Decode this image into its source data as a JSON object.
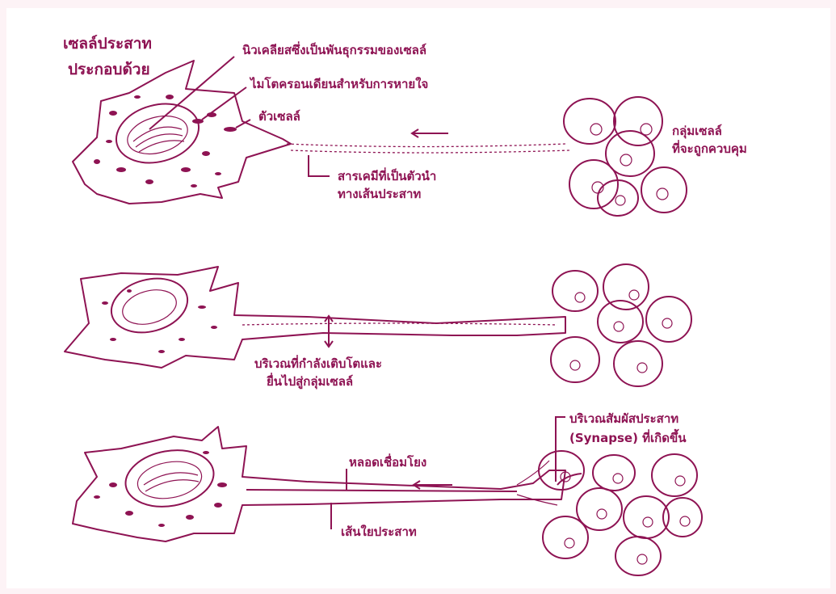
{
  "labels": {
    "title_line1": "เซลล์ประสาท",
    "title_line2": "ประกอบด้วย",
    "nucleus": "นิวเคลียสซึ่งเป็นพันธุกรรมของเซลล์",
    "mitochondria": "ไมโตครอนเดียนสำหรับการหายใจ",
    "cell_body": "ตัวเซลล์",
    "neurotransmitter_line1": "สารเคมีที่เป็นตัวนำ",
    "neurotransmitter_line2": "ทางเส้นประสาท",
    "target_cells_line1": "กลุ่มเซลล์",
    "target_cells_line2": "ที่จะถูกควบคุม",
    "growth_line1": "บริเวณที่กำลังเติบโตและ",
    "growth_line2": "ยื่นไปสู่กลุ่มเซลล์",
    "synapse_line1": "บริเวณสัมผัสประสาท",
    "synapse_line2": "(Synapse) ที่เกิดขึ้น",
    "connecting_tube": "หลอดเชื่อมโยง",
    "nerve_fiber": "เส้นใยประสาท"
  },
  "colors": {
    "ink": "#8e1353",
    "background": "#fdf3f6",
    "panel": "#ffffff"
  }
}
